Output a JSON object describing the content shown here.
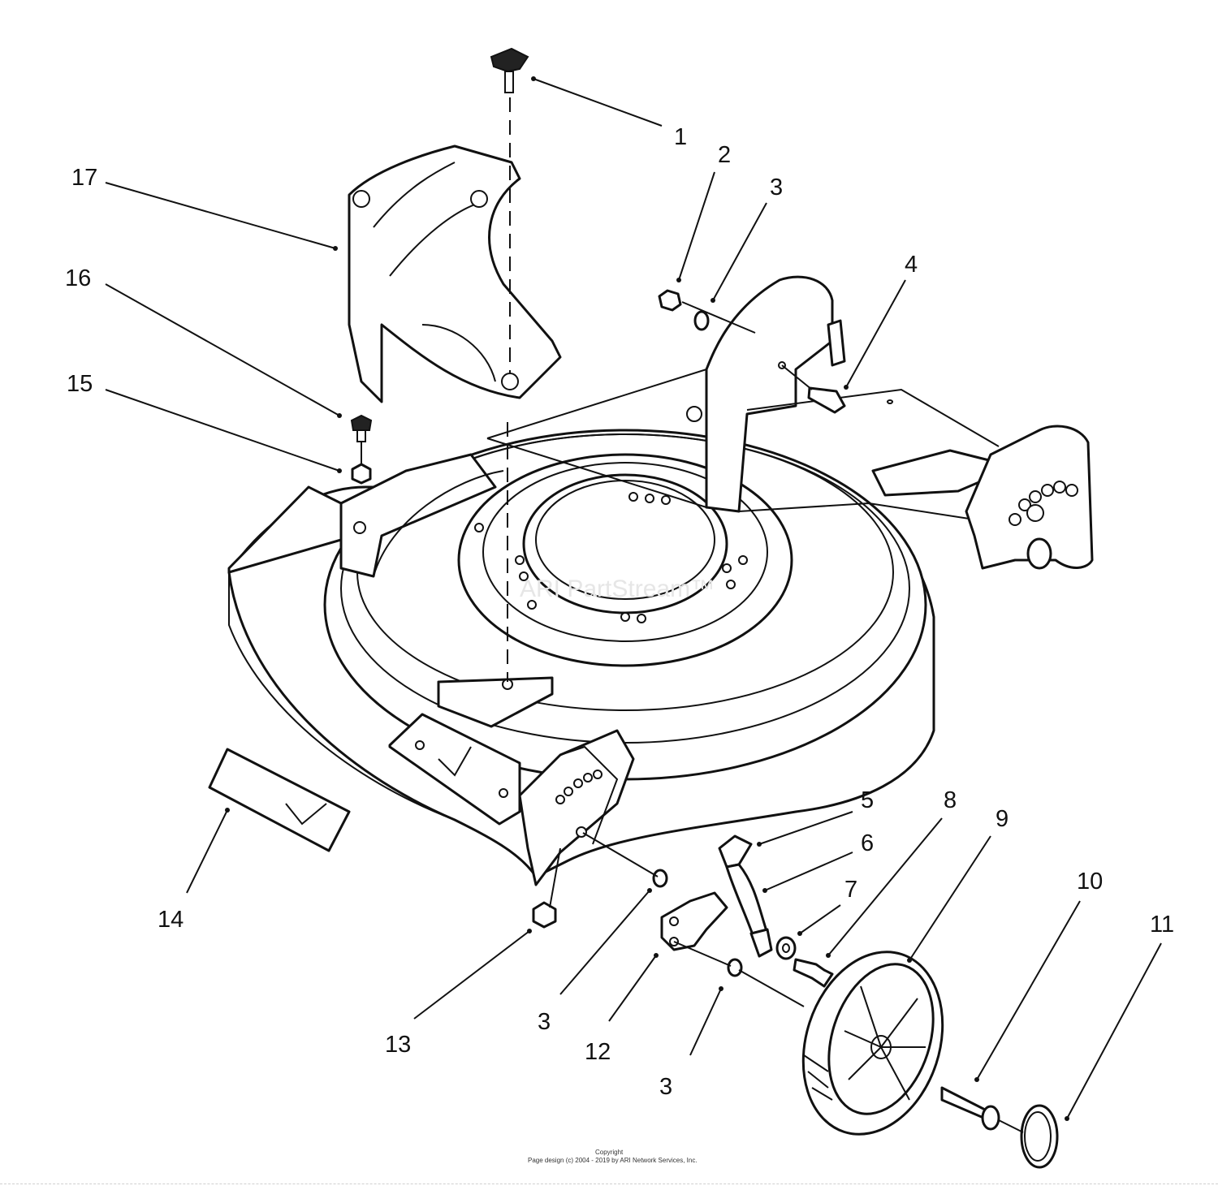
{
  "watermark": "ARI PartStream™",
  "copyright": {
    "line1": "Copyright",
    "line2": "Page design (c) 2004 - 2019 by ARI Network Services, Inc."
  },
  "callouts": [
    "1",
    "2",
    "3",
    "4",
    "5",
    "6",
    "7",
    "8",
    "9",
    "10",
    "11",
    "12",
    "13",
    "14",
    "15",
    "16",
    "17",
    "3",
    "3",
    "3"
  ]
}
